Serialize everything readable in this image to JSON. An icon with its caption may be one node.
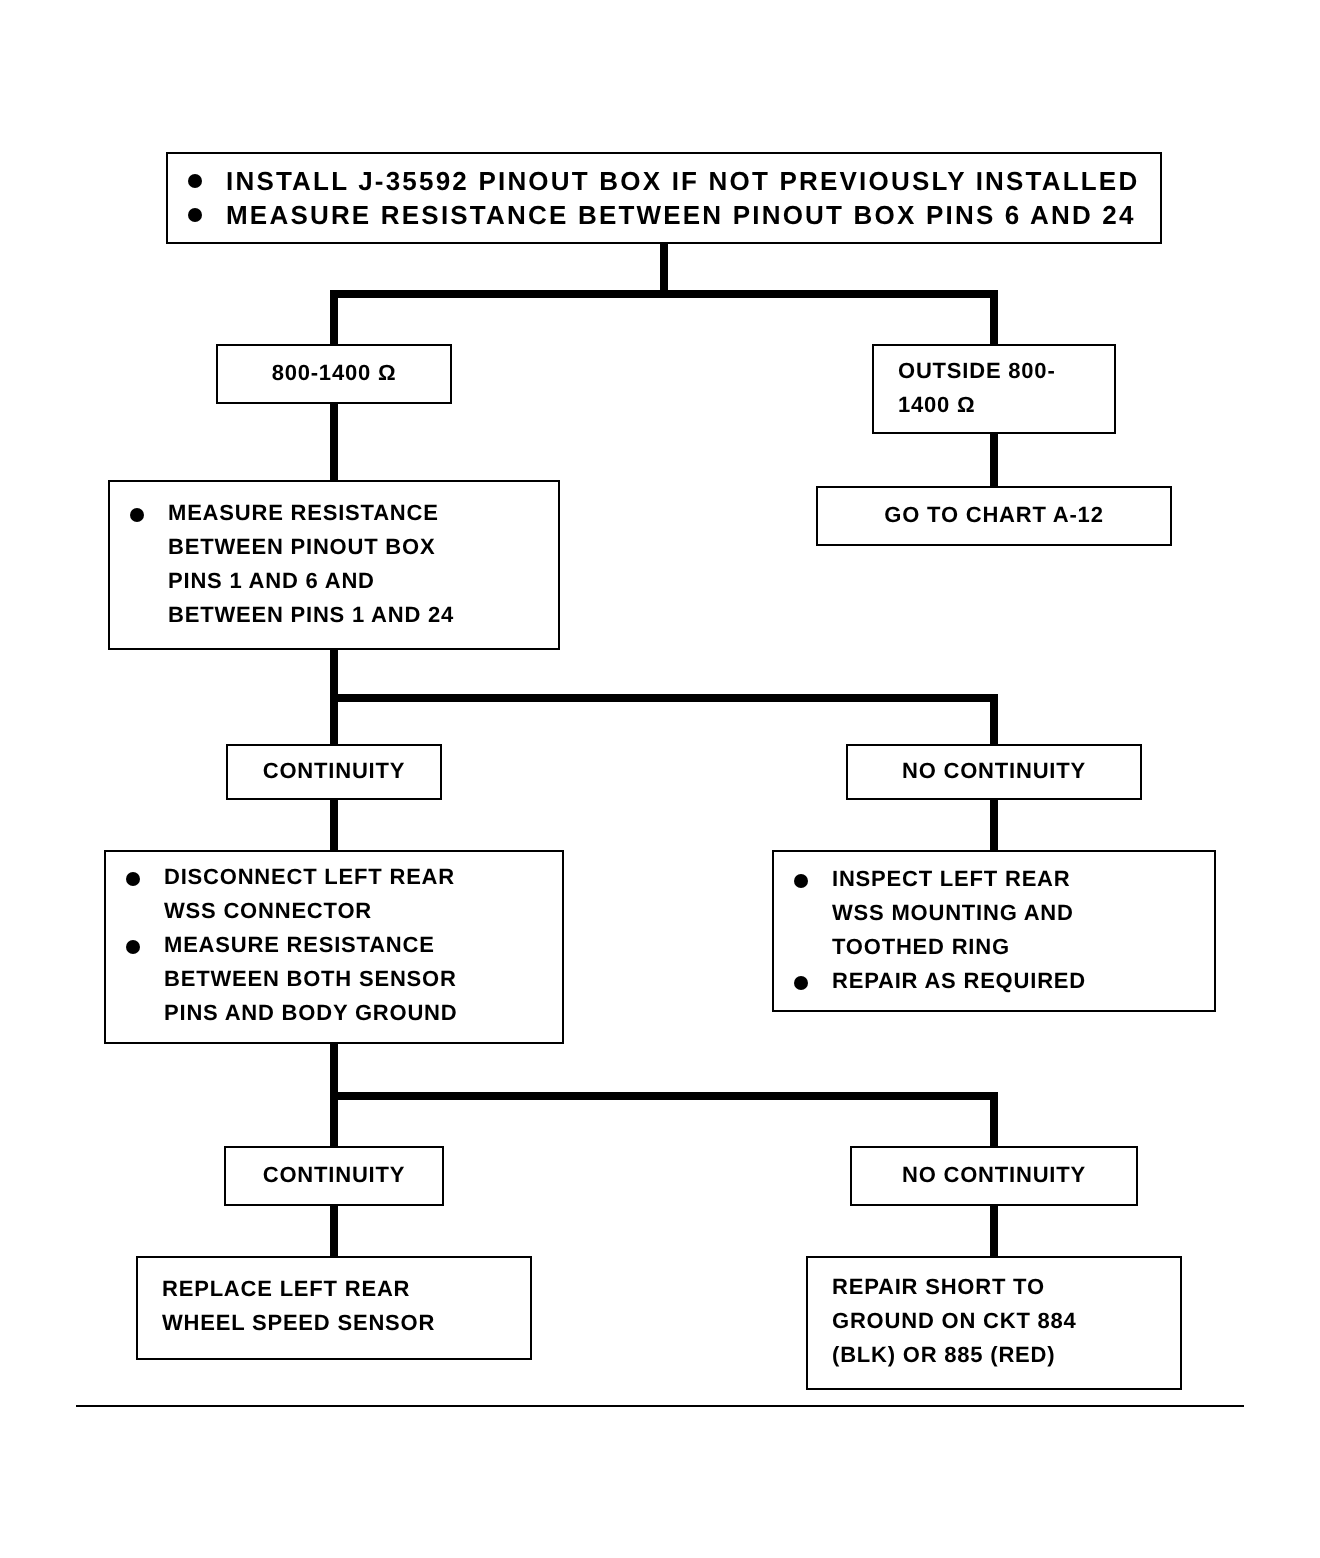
{
  "diagram": {
    "nodes": [
      {
        "text": [
          "INSTALL J-35592 PINOUT BOX IF NOT PREVIOUSLY INSTALLED",
          "MEASURE RESISTANCE BETWEEN PINOUT BOX PINS 6 AND 24"
        ]
      },
      {
        "text": [
          "800-1400 Ω"
        ]
      },
      {
        "text": [
          "OUTSIDE 800-1400 Ω"
        ]
      },
      {
        "text": [
          "MEASURE RESISTANCE BETWEEN PINOUT BOX PINS 1 AND 6 AND BETWEEN PINS 1 AND 24"
        ]
      },
      {
        "text": [
          "GO TO CHART A-12"
        ]
      },
      {
        "text": [
          "CONTINUITY"
        ]
      },
      {
        "text": [
          "NO CONTINUITY"
        ]
      },
      {
        "text": [
          "DISCONNECT LEFT REAR WSS CONNECTOR",
          "MEASURE RESISTANCE BETWEEN BOTH SENSOR PINS AND BODY GROUND"
        ]
      },
      {
        "text": [
          "INSPECT LEFT REAR WSS MOUNTING AND TOOTHED RING",
          "REPAIR AS REQUIRED"
        ]
      },
      {
        "text": [
          "CONTINUITY"
        ]
      },
      {
        "text": [
          "NO CONTINUITY"
        ]
      },
      {
        "text": [
          "REPLACE LEFT REAR WHEEL SPEED SENSOR"
        ]
      },
      {
        "text": [
          "REPAIR SHORT TO GROUND ON CKT 884 (BLK) OR 885 (RED)"
        ]
      }
    ],
    "edges": [
      {
        "from": 0,
        "to": 1,
        "arrow": "none"
      },
      {
        "from": 0,
        "to": 2,
        "arrow": "none"
      },
      {
        "from": 1,
        "to": 3,
        "arrow": "none"
      },
      {
        "from": 2,
        "to": 4,
        "arrow": "none"
      },
      {
        "from": 3,
        "to": 5,
        "arrow": "none"
      },
      {
        "from": 3,
        "to": 6,
        "arrow": "none"
      },
      {
        "from": 5,
        "to": 7,
        "arrow": "none"
      },
      {
        "from": 6,
        "to": 8,
        "arrow": "none"
      },
      {
        "from": 7,
        "to": 9,
        "arrow": "none"
      },
      {
        "from": 7,
        "to": 10,
        "arrow": "none"
      },
      {
        "from": 9,
        "to": 11,
        "arrow": "none"
      },
      {
        "from": 10,
        "to": 12,
        "arrow": "none"
      }
    ]
  }
}
